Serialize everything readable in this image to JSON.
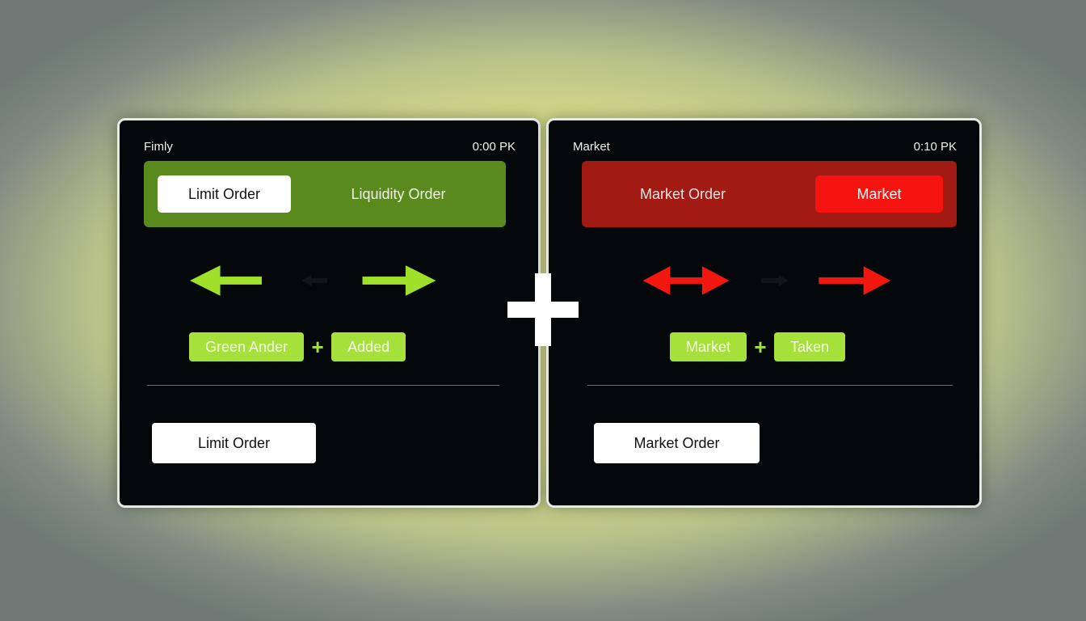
{
  "left_panel": {
    "name": "Fimly",
    "time": "0:00 PK",
    "banner_button": "Limit Order",
    "banner_text": "Liquidity Order",
    "chips": [
      "Green Ander",
      "Added"
    ],
    "chip_join": "+",
    "bottom_button": "Limit Order",
    "arrow_icons": [
      "arrow-left-icon",
      "arrow-faint-icon",
      "arrow-right-icon"
    ],
    "accent_color": "#a6e03a"
  },
  "right_panel": {
    "name": "Market",
    "time": "0:10 PK",
    "banner_text": "Market Order",
    "banner_button": "Market",
    "chips": [
      "Market",
      "Taken"
    ],
    "chip_join": "+",
    "bottom_button": "Market Order",
    "arrow_icons": [
      "arrow-double-icon",
      "arrow-faint-icon",
      "arrow-right-icon"
    ],
    "accent_color": "#f5140f"
  },
  "center_icon": "plus-icon"
}
